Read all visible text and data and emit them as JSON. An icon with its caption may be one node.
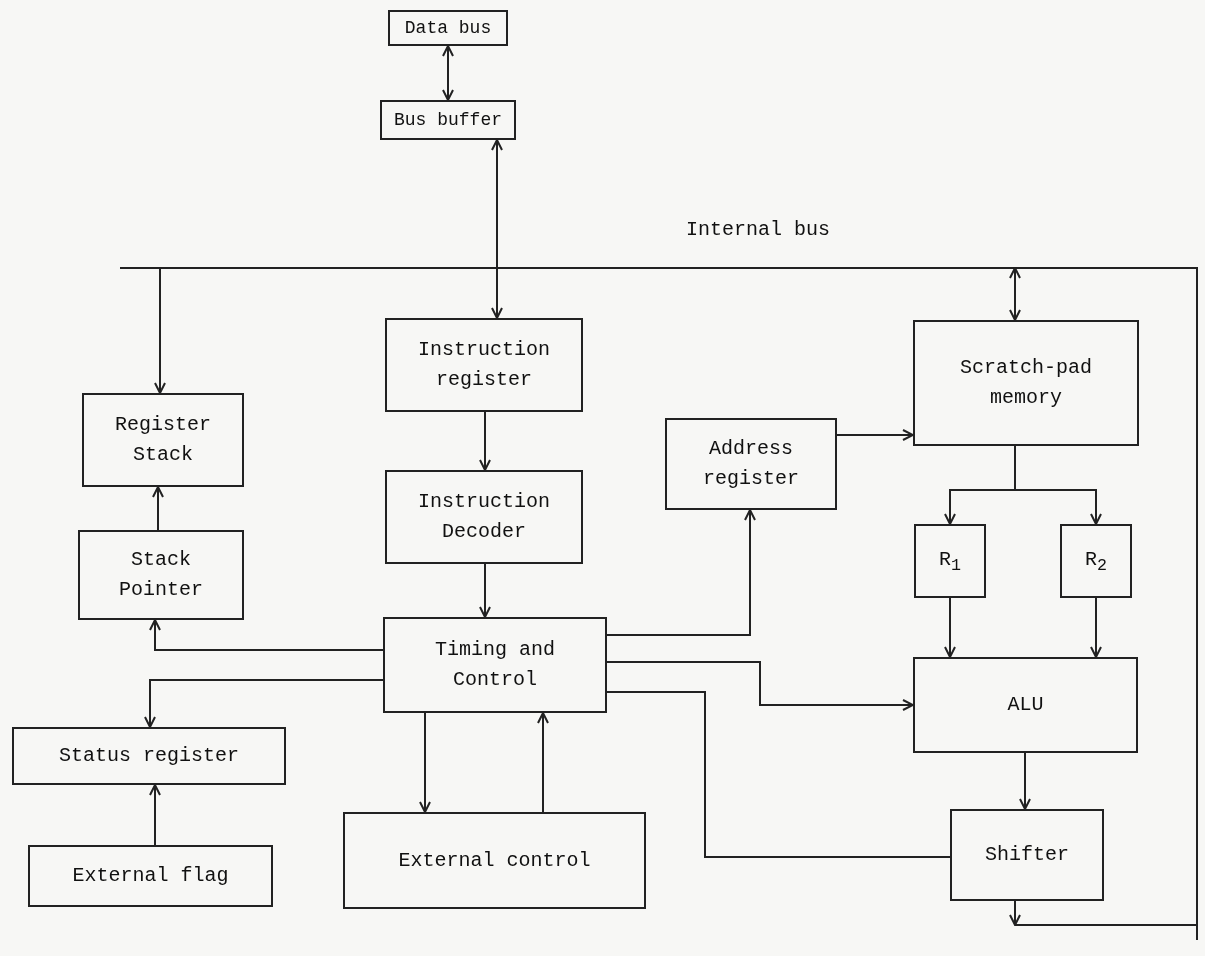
{
  "diagram": {
    "nodes": [
      {
        "text": [
          "Data bus"
        ]
      },
      {
        "text": [
          "Bus buffer"
        ]
      },
      {
        "text": [
          "Instruction register"
        ]
      },
      {
        "text": [
          "Instruction Decoder"
        ]
      },
      {
        "text": [
          "Register Stack"
        ]
      },
      {
        "text": [
          "Stack Pointer"
        ]
      },
      {
        "text": [
          "Address register"
        ]
      },
      {
        "text": [
          "Scratch-pad memory"
        ]
      },
      {
        "text": [
          "R$_{1}$"
        ]
      },
      {
        "text": [
          "R$_{2}$"
        ]
      },
      {
        "text": [
          "Timing and Control"
        ]
      },
      {
        "text": [
          "ALU"
        ]
      },
      {
        "text": [
          "Status register"
        ]
      },
      {
        "text": [
          "External flag"
        ]
      },
      {
        "text": [
          "External control"
        ]
      },
      {
        "text": [
          "Shifter"
        ]
      }
    ],
    "edges": [
      {
        "from": 0,
        "to": 1,
        "arrow": "both"
      },
      {
        "from": 1,
        "to": 2,
        "arrow": "both"
      },
      {
        "from": null,
        "to": 4,
        "arrow": "to"
      },
      {
        "from": null,
        "to": 7,
        "arrow": "both"
      },
      {
        "from": 2,
        "to": 3,
        "arrow": "to"
      },
      {
        "from": 5,
        "to": 4,
        "arrow": "to"
      },
      {
        "from": 3,
        "to": 10,
        "arrow": "to"
      },
      {
        "from": 10,
        "to": 5,
        "arrow": "to"
      },
      {
        "from": 10,
        "to": 12,
        "arrow": "to"
      },
      {
        "from": 13,
        "to": 12,
        "arrow": "to"
      },
      {
        "from": 10,
        "to": 14,
        "arrow": "to"
      },
      {
        "from": 14,
        "to": 10,
        "arrow": "to"
      },
      {
        "from": 10,
        "to": 6,
        "arrow": "to"
      },
      {
        "from": 6,
        "to": 7,
        "arrow": "to"
      },
      {
        "from": 7,
        "to": 8,
        "arrow": "to"
      },
      {
        "from": 7,
        "to": 9,
        "arrow": "to"
      },
      {
        "from": 8,
        "to": 11,
        "arrow": "to"
      },
      {
        "from": 9,
        "to": 11,
        "arrow": "to"
      },
      {
        "from": 10,
        "to": 11,
        "arrow": "to"
      },
      {
        "from": 11,
        "to": 15,
        "arrow": "to"
      },
      {
        "from": 10,
        "to": 15,
        "arrow": "none"
      },
      {
        "from": 15,
        "to": null,
        "arrow": "to"
      }
    ],
    "labels": [
      "Internal bus"
    ]
  }
}
